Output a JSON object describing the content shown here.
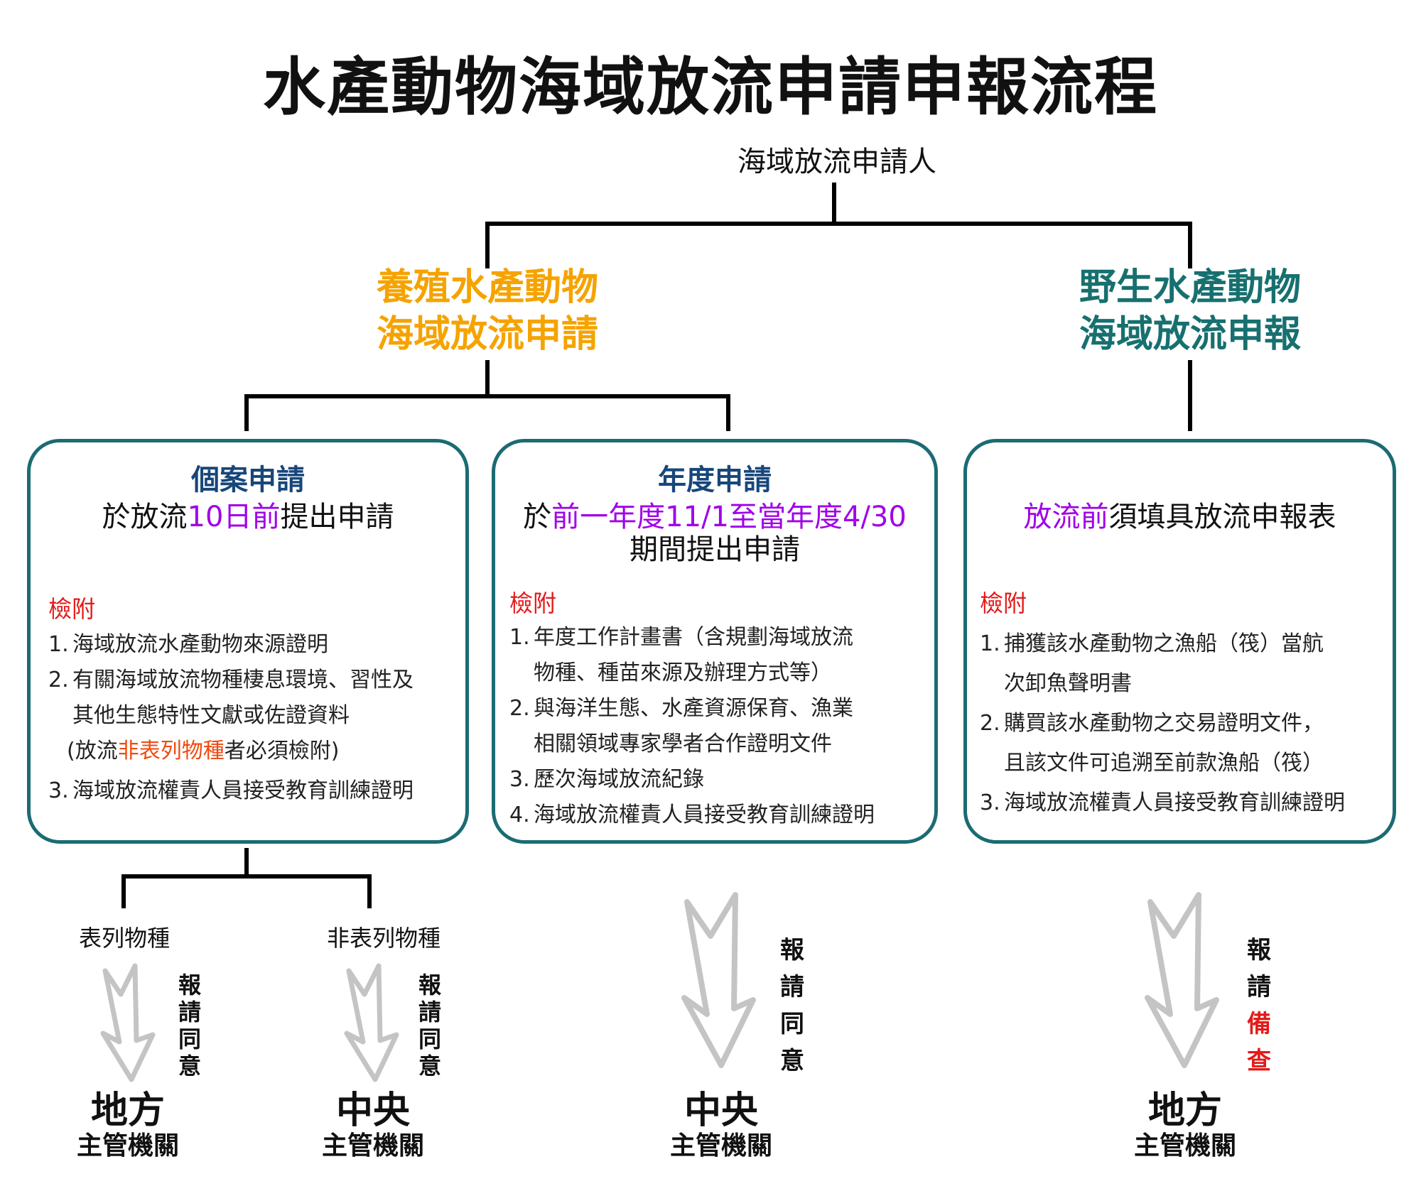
{
  "title": "水產動物海域放流申請申報流程",
  "applicant": "海域放流申請人",
  "categories": {
    "farmed": {
      "line1": "養殖水產動物",
      "line2": "海域放流申請",
      "color": "#f5a300"
    },
    "wild": {
      "line1": "野生水產動物",
      "line2": "海域放流申報",
      "color": "#17706f"
    }
  },
  "boxes": {
    "case": {
      "heading": "個案申請",
      "deadline_pre": "於放流",
      "deadline_hl": "10日前",
      "deadline_post": "提出申請",
      "attach_label": "檢附",
      "items": [
        {
          "num": "1.",
          "text": "海域放流水產動物來源證明"
        },
        {
          "num": "2.",
          "text": "有關海域放流物種棲息環境、習性及",
          "text2": "其他生態特性文獻或佐證資料",
          "note_pre": "(放流",
          "note_hl": "非表列物種",
          "note_post": "者必須檢附)"
        },
        {
          "num": "3.",
          "text": "海域放流權責人員接受教育訓練證明"
        }
      ]
    },
    "annual": {
      "heading": "年度申請",
      "deadline_pre": "於",
      "deadline_hl": "前一年度11/1至當年度4/30",
      "deadline_post": "期間提出申請",
      "attach_label": "檢附",
      "items": [
        {
          "num": "1.",
          "text": "年度工作計畫書（含規劃海域放流",
          "text2": "物種、種苗來源及辦理方式等）"
        },
        {
          "num": "2.",
          "text": "與海洋生態、水產資源保育、漁業",
          "text2": "相關領域專家學者合作證明文件"
        },
        {
          "num": "3.",
          "text": "歷次海域放流紀錄"
        },
        {
          "num": "4.",
          "text": "海域放流權責人員接受教育訓練證明"
        }
      ]
    },
    "wild": {
      "deadline_hl": "放流前",
      "deadline_post": "須填具放流申報表",
      "attach_label": "檢附",
      "items": [
        {
          "num": "1.",
          "text": "捕獲該水產動物之漁船（筏）當航",
          "text2": "次卸魚聲明書"
        },
        {
          "num": "2.",
          "text": "購買該水產動物之交易證明文件，",
          "text2": "且該文件可追溯至前款漁船（筏）"
        },
        {
          "num": "3.",
          "text": "海域放流權責人員接受教育訓練證明"
        }
      ]
    }
  },
  "branches": {
    "listed": "表列物種",
    "unlisted": "非表列物種"
  },
  "flows": [
    {
      "action": [
        "報",
        "請",
        "同",
        "意"
      ],
      "red_from": null,
      "authority": "地方",
      "authority_sub": "主管機關"
    },
    {
      "action": [
        "報",
        "請",
        "同",
        "意"
      ],
      "red_from": null,
      "authority": "中央",
      "authority_sub": "主管機關"
    },
    {
      "action": [
        "報",
        "請",
        "同",
        "意"
      ],
      "red_from": null,
      "authority": "中央",
      "authority_sub": "主管機關"
    },
    {
      "action": [
        "報",
        "請",
        "備",
        "查"
      ],
      "red_from": 2,
      "authority": "地方",
      "authority_sub": "主管機關"
    }
  ],
  "colors": {
    "box_border": "#1b6b73",
    "box_heading": "#17467a",
    "highlight_purple": "#a000e8",
    "highlight_orange": "#f04a10",
    "attach_red": "#e41a1a",
    "arrow_gray": "#c4c4c4"
  }
}
